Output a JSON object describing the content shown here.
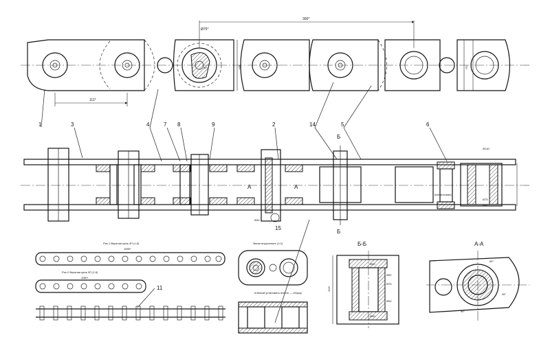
{
  "top_view": {
    "dim_span": "300*",
    "dim_pitch": "111*",
    "dim_hole": "Ø75*",
    "dim_height_left": "90*",
    "dim_height_right": "75*",
    "angle": "90°"
  },
  "callouts": {
    "n1": "1",
    "n3": "3",
    "n4": "4",
    "n7": "7",
    "n8": "8",
    "n9": "9",
    "n2": "2",
    "n14": "14",
    "n5": "5",
    "n6": "6",
    "n15": "15",
    "n11": "11"
  },
  "section_marks": {
    "a_left": "A",
    "a_right": "A",
    "b_top": "Б",
    "b_bottom": "Б"
  },
  "side_view_notes": {
    "note_right": "Шплинтовать",
    "dim_right": "Ø140",
    "d1": "Ø40",
    "d2": "Ø75",
    "d3": "Ø40"
  },
  "fig1": {
    "caption": "Рис.1 Верхняя цепь 4П (1:5)",
    "length": "1590*"
  },
  "fig2": {
    "caption": "Рис.2 Верхняя цепь 3П (1:5)",
    "length": "1180*"
  },
  "detail": {
    "title": "Звено внутреннее (1:2)",
    "note": "Клёпкой установить внатяг — сборку"
  },
  "section_b": {
    "title": "Б-Б",
    "dims": [
      "Ø40",
      "Ø52",
      "Ø75",
      "Ø52",
      "Ø40"
    ],
    "height": "104*"
  },
  "section_a": {
    "title": "А-А",
    "angle_top": "65°",
    "angle_mid": "45°",
    "angle_low": "90°"
  }
}
